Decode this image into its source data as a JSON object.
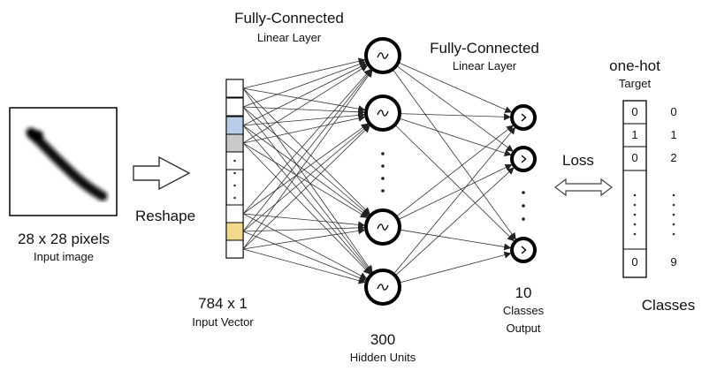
{
  "input": {
    "size_label": "28 x 28 pixels",
    "caption": "Input image"
  },
  "reshape": {
    "label": "Reshape"
  },
  "input_vector": {
    "size_label": "784 x 1",
    "caption": "Input Vector"
  },
  "layer1": {
    "title": "Fully-Connected",
    "subtitle": "Linear Layer"
  },
  "layer2": {
    "title": "Fully-Connected",
    "subtitle": "Linear Layer"
  },
  "hidden": {
    "count": "300",
    "caption": "Hidden Units"
  },
  "output": {
    "count": "10",
    "caption_line1": "Classes",
    "caption_line2": "Output"
  },
  "loss": {
    "label": "Loss"
  },
  "target": {
    "title": "one-hot",
    "subtitle": "Target",
    "values": [
      "0",
      "1",
      "0",
      "0"
    ],
    "classes": [
      "0",
      "1",
      "2",
      "9"
    ]
  },
  "classes_label": "Classes",
  "colors": {
    "vector_highlight_1": "#b9cde8",
    "vector_highlight_2": "#c9c9c9",
    "vector_highlight_3": "#f3d98c",
    "node_stroke": "#000000"
  },
  "icons": {
    "hidden_activation": "tilde-icon",
    "output_activation": "chevron-right-icon"
  }
}
